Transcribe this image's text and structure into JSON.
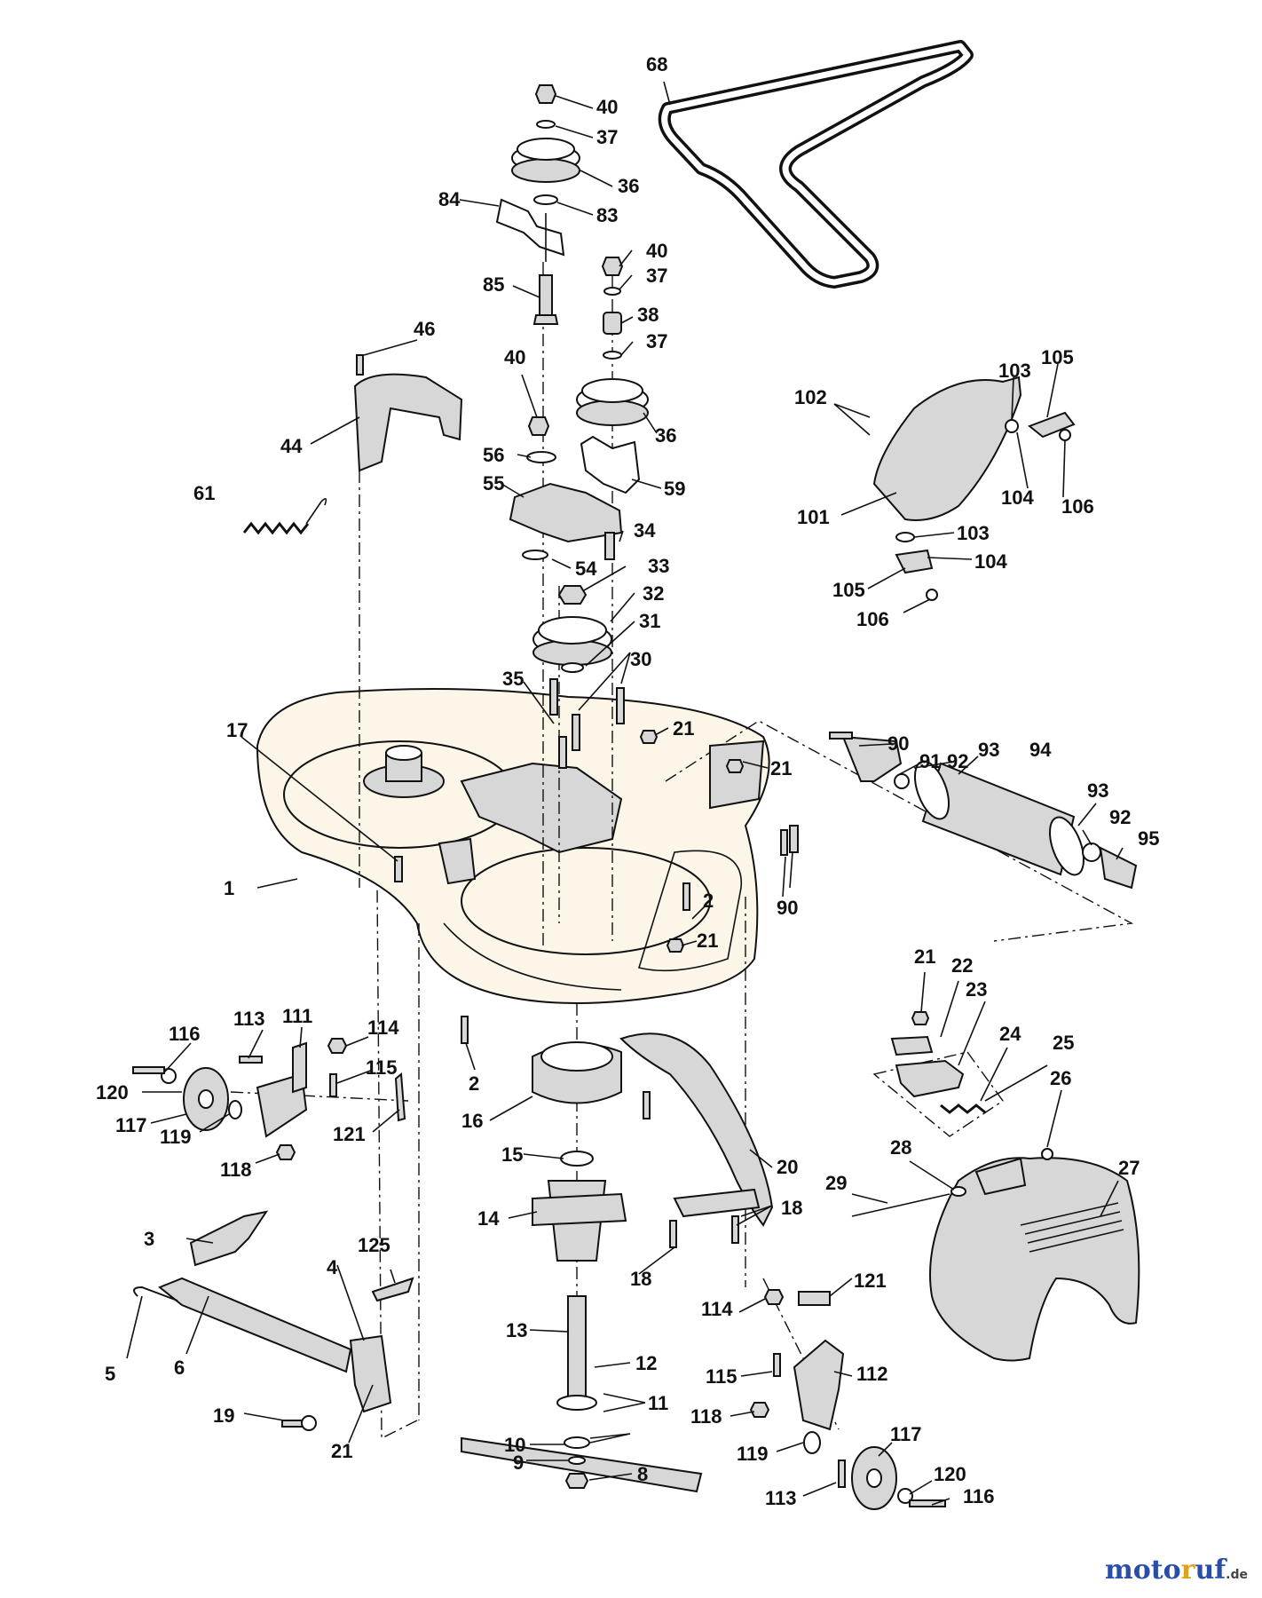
{
  "watermark": {
    "part1": "moto",
    "part2": "r",
    "part3": "uf",
    "suffix": ".de"
  },
  "callouts": [
    {
      "id": "c68",
      "text": "68"
    },
    {
      "id": "c40a",
      "text": "40"
    },
    {
      "id": "c37a",
      "text": "37"
    },
    {
      "id": "c36a",
      "text": "36"
    },
    {
      "id": "c84",
      "text": "84"
    },
    {
      "id": "c83",
      "text": "83"
    },
    {
      "id": "c40b",
      "text": "40"
    },
    {
      "id": "c37b",
      "text": "37"
    },
    {
      "id": "c85",
      "text": "85"
    },
    {
      "id": "c38",
      "text": "38"
    },
    {
      "id": "c46",
      "text": "46"
    },
    {
      "id": "c37c",
      "text": "37"
    },
    {
      "id": "c40c",
      "text": "40"
    },
    {
      "id": "c36b",
      "text": "36"
    },
    {
      "id": "c44",
      "text": "44"
    },
    {
      "id": "c56",
      "text": "56"
    },
    {
      "id": "c59",
      "text": "59"
    },
    {
      "id": "c55",
      "text": "55"
    },
    {
      "id": "c61",
      "text": "61"
    },
    {
      "id": "c34",
      "text": "34"
    },
    {
      "id": "c54",
      "text": "54"
    },
    {
      "id": "c33",
      "text": "33"
    },
    {
      "id": "c32",
      "text": "32"
    },
    {
      "id": "c31",
      "text": "31"
    },
    {
      "id": "c30",
      "text": "30"
    },
    {
      "id": "c35",
      "text": "35"
    },
    {
      "id": "c17",
      "text": "17"
    },
    {
      "id": "c21a",
      "text": "21"
    },
    {
      "id": "c21b",
      "text": "21"
    },
    {
      "id": "c1",
      "text": "1"
    },
    {
      "id": "c90a",
      "text": "90"
    },
    {
      "id": "c2a",
      "text": "2"
    },
    {
      "id": "c21c",
      "text": "21"
    },
    {
      "id": "c102",
      "text": "102"
    },
    {
      "id": "c103a",
      "text": "103"
    },
    {
      "id": "c105a",
      "text": "105"
    },
    {
      "id": "c101",
      "text": "101"
    },
    {
      "id": "c104a",
      "text": "104"
    },
    {
      "id": "c106a",
      "text": "106"
    },
    {
      "id": "c103b",
      "text": "103"
    },
    {
      "id": "c104b",
      "text": "104"
    },
    {
      "id": "c105b",
      "text": "105"
    },
    {
      "id": "c106b",
      "text": "106"
    },
    {
      "id": "c90b",
      "text": "90"
    },
    {
      "id": "c91",
      "text": "91"
    },
    {
      "id": "c92a",
      "text": "92"
    },
    {
      "id": "c93a",
      "text": "93"
    },
    {
      "id": "c94",
      "text": "94"
    },
    {
      "id": "c93b",
      "text": "93"
    },
    {
      "id": "c92b",
      "text": "92"
    },
    {
      "id": "c95",
      "text": "95"
    },
    {
      "id": "c21d",
      "text": "21"
    },
    {
      "id": "c22",
      "text": "22"
    },
    {
      "id": "c23",
      "text": "23"
    },
    {
      "id": "c24",
      "text": "24"
    },
    {
      "id": "c25",
      "text": "25"
    },
    {
      "id": "c26",
      "text": "26"
    },
    {
      "id": "c27",
      "text": "27"
    },
    {
      "id": "c28",
      "text": "28"
    },
    {
      "id": "c29",
      "text": "29"
    },
    {
      "id": "c113a",
      "text": "113"
    },
    {
      "id": "c111",
      "text": "111"
    },
    {
      "id": "c114a",
      "text": "114"
    },
    {
      "id": "c116a",
      "text": "116"
    },
    {
      "id": "c115a",
      "text": "115"
    },
    {
      "id": "c120a",
      "text": "120"
    },
    {
      "id": "c117a",
      "text": "117"
    },
    {
      "id": "c119a",
      "text": "119"
    },
    {
      "id": "c121a",
      "text": "121"
    },
    {
      "id": "c118a",
      "text": "118"
    },
    {
      "id": "c2b",
      "text": "2"
    },
    {
      "id": "c16",
      "text": "16"
    },
    {
      "id": "c15",
      "text": "15"
    },
    {
      "id": "c14",
      "text": "14"
    },
    {
      "id": "c20",
      "text": "20"
    },
    {
      "id": "c18a",
      "text": "18"
    },
    {
      "id": "c18b",
      "text": "18"
    },
    {
      "id": "c3",
      "text": "3"
    },
    {
      "id": "c125",
      "text": "125"
    },
    {
      "id": "c4",
      "text": "4"
    },
    {
      "id": "c5",
      "text": "5"
    },
    {
      "id": "c6",
      "text": "6"
    },
    {
      "id": "c19",
      "text": "19"
    },
    {
      "id": "c21e",
      "text": "21"
    },
    {
      "id": "c13",
      "text": "13"
    },
    {
      "id": "c12",
      "text": "12"
    },
    {
      "id": "c11",
      "text": "11"
    },
    {
      "id": "c10",
      "text": "10"
    },
    {
      "id": "c9",
      "text": "9"
    },
    {
      "id": "c8",
      "text": "8"
    },
    {
      "id": "c114b",
      "text": "114"
    },
    {
      "id": "c121b",
      "text": "121"
    },
    {
      "id": "c115b",
      "text": "115"
    },
    {
      "id": "c112",
      "text": "112"
    },
    {
      "id": "c118b",
      "text": "118"
    },
    {
      "id": "c119b",
      "text": "119"
    },
    {
      "id": "c117b",
      "text": "117"
    },
    {
      "id": "c120b",
      "text": "120"
    },
    {
      "id": "c113b",
      "text": "113"
    },
    {
      "id": "c116b",
      "text": "116"
    }
  ]
}
